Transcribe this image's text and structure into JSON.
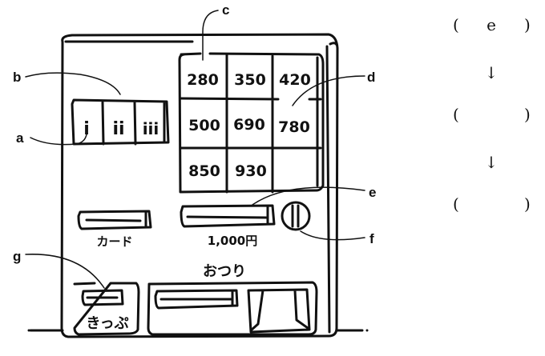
{
  "prices": [
    "280",
    "350",
    "420",
    "500",
    "690",
    "780",
    "850",
    "930",
    ""
  ],
  "buttons": [
    "i",
    "ii",
    "iii"
  ],
  "card_label": "カード",
  "bill_label": "1,000円",
  "change_label": "おつり",
  "ticket_label": "きっぷ",
  "callouts": {
    "a": "a",
    "b": "b",
    "c": "c",
    "d": "d",
    "e": "e",
    "f": "f",
    "g": "g"
  },
  "answers": {
    "open": "(",
    "close": ")",
    "items": [
      "e",
      "",
      ""
    ],
    "arrow": "↓"
  }
}
